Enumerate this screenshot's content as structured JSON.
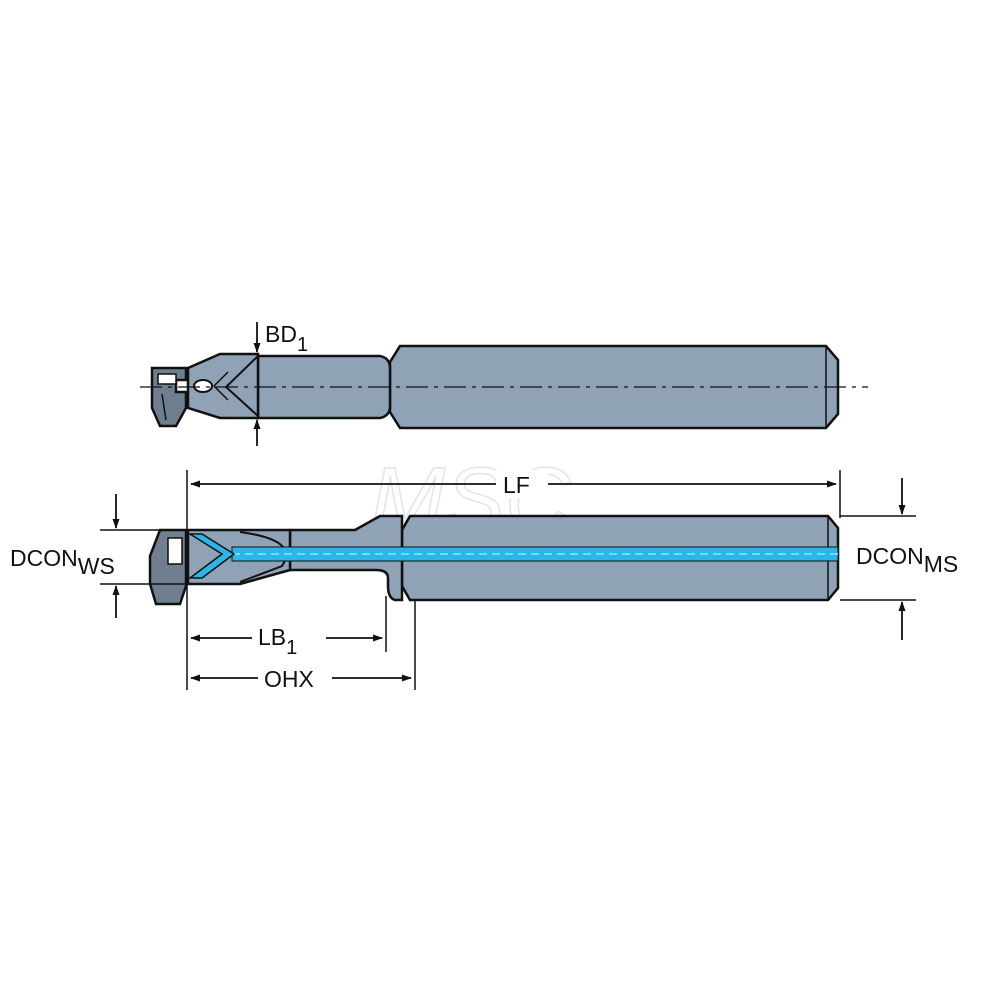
{
  "watermark": "MSC",
  "labels": {
    "bd": {
      "main": "BD",
      "sub": "1"
    },
    "lf": "LF",
    "dcon_ws": {
      "main": "DCON",
      "sub": "WS"
    },
    "dcon_ms": {
      "main": "DCON",
      "sub": "MS"
    },
    "lb": {
      "main": "LB",
      "sub": "1"
    },
    "ohx": "OHX"
  },
  "colors": {
    "body_fill": "#8fa2b6",
    "outline": "#111111",
    "coolant": "#29b6ea",
    "coolant_light": "#7fd6f5"
  }
}
